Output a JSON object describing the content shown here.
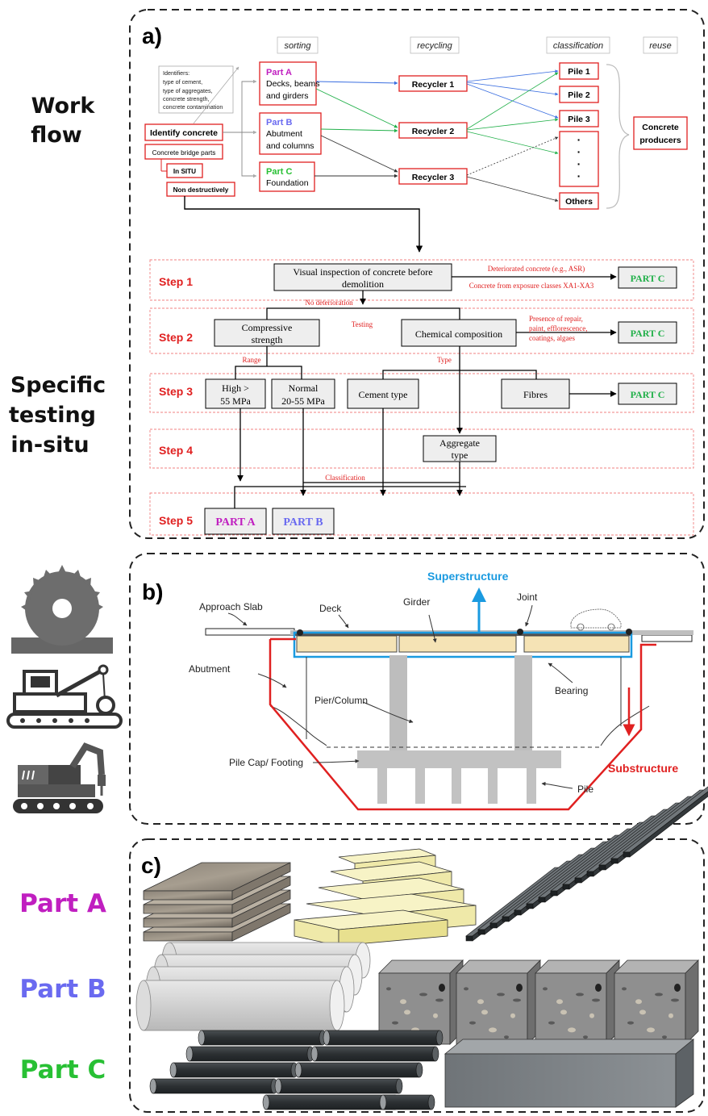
{
  "side_labels": {
    "workflow": [
      "Work",
      "flow"
    ],
    "specific": [
      "Specific",
      "testing",
      "in-situ"
    ],
    "part_a": "Part A",
    "part_b": "Part B",
    "part_c": "Part C"
  },
  "panel_a": {
    "letter": "a)",
    "headers": {
      "sorting": "sorting",
      "recycling": "recycling",
      "classification": "classification",
      "reuse": "reuse"
    },
    "identifiers": [
      "Identifiers:",
      "type of cement,",
      "type of aggregates,",
      "concrete strength,",
      "concrete contamination"
    ],
    "identify": "Identify concrete",
    "bridge_parts": "Concrete bridge parts",
    "in_situ": "In SITU",
    "non_destructively": "Non destructively",
    "part_a": {
      "title": "Part A",
      "lines": [
        "Decks, beams",
        "and girders"
      ]
    },
    "part_b": {
      "title": "Part B",
      "lines": [
        "Abutment",
        "and columns"
      ]
    },
    "part_c": {
      "title": "Part C",
      "lines": [
        "Foundation"
      ]
    },
    "recyclers": [
      "Recycler 1",
      "Recycler 2",
      "Recycler 3"
    ],
    "piles": [
      "Pile 1",
      "Pile 2",
      "Pile 3",
      "Others"
    ],
    "dots": "·",
    "producers": [
      "Concrete",
      "producers"
    ],
    "steps": [
      "Step 1",
      "Step 2",
      "Step 3",
      "Step 4",
      "Step 5"
    ],
    "visual": [
      "Visual inspection of concrete before",
      "demolition"
    ],
    "deteriorated": "Deteriorated concrete (e.g., ASR)",
    "exposure": "Concrete from exposure classes XA1-XA3",
    "no_deterioration": "No deterioration",
    "testing": "Testing",
    "compressive": [
      "Compressive",
      "strength"
    ],
    "chemical": "Chemical composition",
    "presence": [
      "Presence of repair,",
      "paint, efflorescence,",
      "coatings, algaes"
    ],
    "part_c_box": "PART C",
    "part_a_box": "PART A",
    "part_b_box": "PART B",
    "range": "Range",
    "type": "Type",
    "high": [
      "High >",
      "55 MPa"
    ],
    "normal": [
      "Normal",
      "20-55 MPa"
    ],
    "cement": "Cement type",
    "fibres": "Fibres",
    "aggregate": [
      "Aggregate",
      "type"
    ],
    "classification": "Classification"
  },
  "panel_b": {
    "letter": "b)",
    "approach_slab": "Approach Slab",
    "deck": "Deck",
    "superstructure": "Superstructure",
    "girder": "Girder",
    "joint": "Joint",
    "abutment": "Abutment",
    "bearing": "Bearing",
    "pier": "Pier/Column",
    "pile_cap": "Pile Cap/ Footing",
    "substructure": "Substructure",
    "pile": "Pile"
  },
  "panel_c": {
    "letter": "c)"
  },
  "colors": {
    "part_a": "#c01fc0",
    "part_b": "#6a6af0",
    "part_c": "#28c034",
    "red": "#e02020",
    "super_blue": "#1a9ae0",
    "recycler_green": "#22b04a"
  }
}
